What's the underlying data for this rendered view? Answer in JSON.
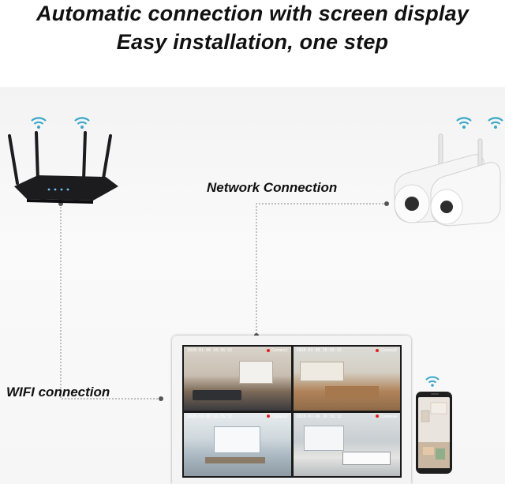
{
  "headline": {
    "line1": "Automatic connection with screen display",
    "line2": "Easy installation, one step"
  },
  "labels": {
    "network": "Network Connection",
    "wifi": "WIFI connection"
  },
  "monitor": {
    "feeds": [
      {
        "timestamp": "2020-01-06 16:36:32",
        "camera": "Camera1"
      },
      {
        "timestamp": "2020-01-06 16:36:32",
        "camera": "Camera2"
      },
      {
        "timestamp": "2020-01-06 16:36:32",
        "camera": "Camera3"
      },
      {
        "timestamp": "2020-01-06 16:36:32",
        "camera": "Camera4"
      }
    ]
  },
  "colors": {
    "text": "#111111",
    "line": "#9a9a9a",
    "wifi_icon": "#3aa7c9",
    "router": "#1c1c1e"
  },
  "icons": [
    "wifi-icon",
    "router-icon",
    "camera-icon",
    "monitor-icon",
    "smartphone-icon"
  ]
}
